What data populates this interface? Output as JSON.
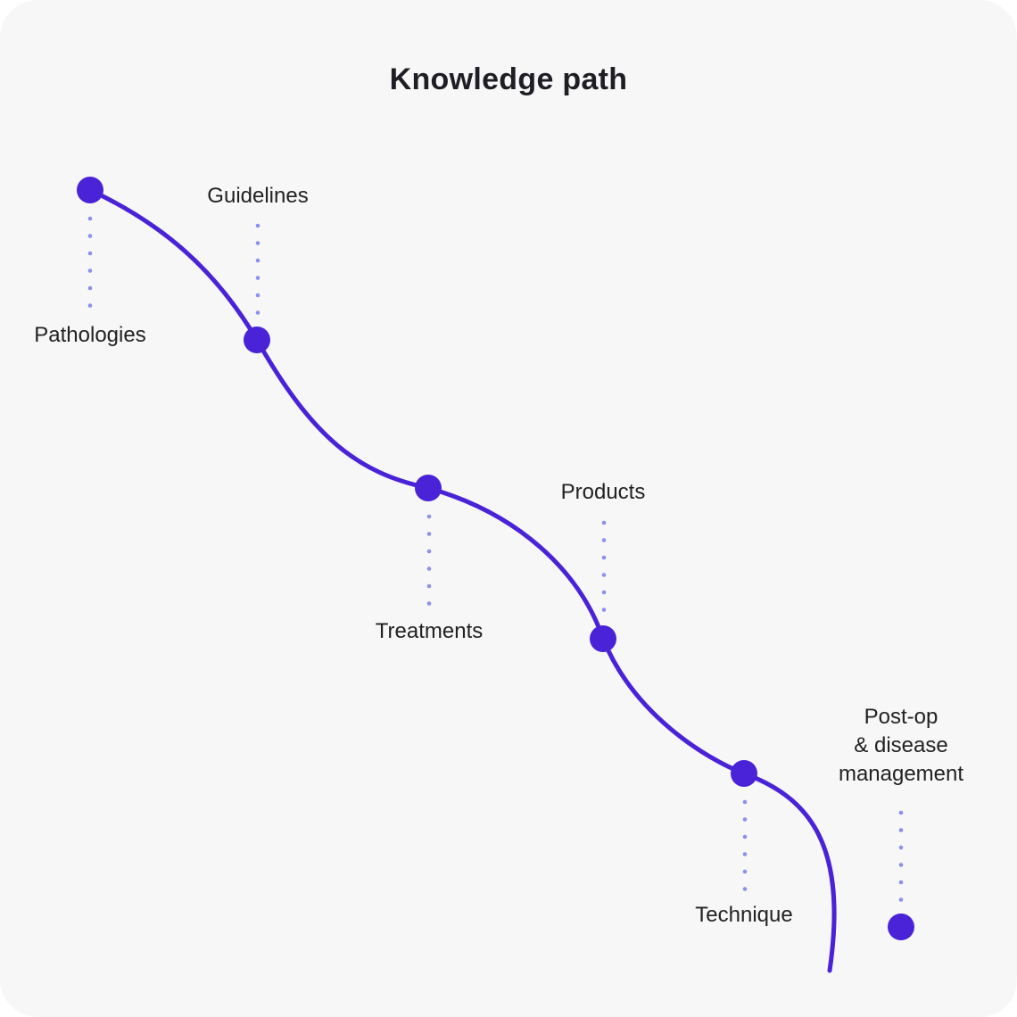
{
  "title": "Knowledge path",
  "colors": {
    "path": "#4a22d8",
    "dots": "#8a90ee",
    "background": "#f7f7f7"
  },
  "steps": [
    {
      "label": "Pathologies"
    },
    {
      "label": "Guidelines"
    },
    {
      "label": "Treatments"
    },
    {
      "label": "Products"
    },
    {
      "label": "Technique"
    },
    {
      "label_lines": [
        "Post-op",
        "& disease",
        "management"
      ]
    }
  ]
}
